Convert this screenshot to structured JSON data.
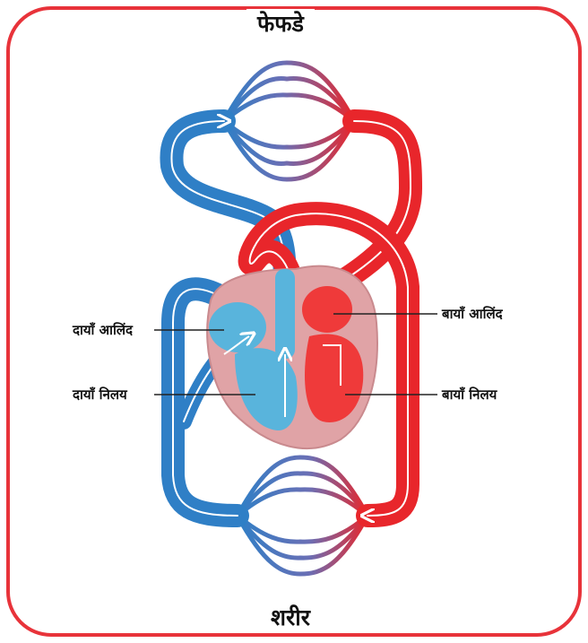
{
  "labels": {
    "lungs": "फेफडे",
    "body": "शरीर",
    "right_atrium": "दायाँ आलिंद",
    "right_ventricle": "दायाँ निलय",
    "left_atrium": "बायाँ आलिंद",
    "left_ventricle": "बायाँ निलय"
  },
  "colors": {
    "frame": "#e8333a",
    "oxygenated": "#e8262b",
    "deoxygenated": "#2f7fc6",
    "heart_wall": "#e0a3a6",
    "right_chamber": "#59b4dc",
    "left_chamber": "#ef3a3a"
  }
}
